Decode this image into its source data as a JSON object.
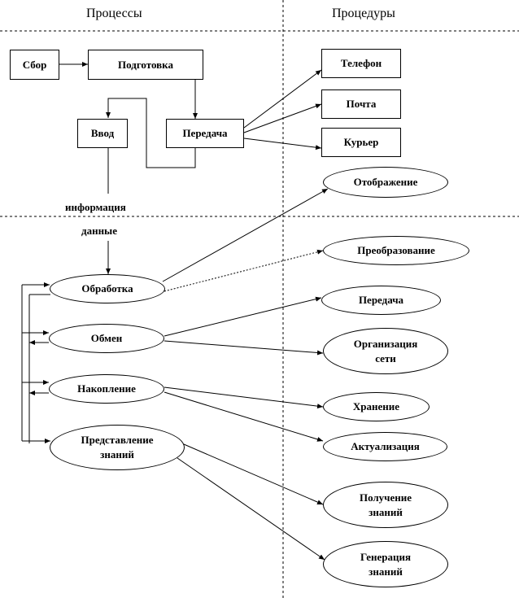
{
  "headers": {
    "left": "Процессы",
    "right": "Процедуры"
  },
  "boxes": {
    "sbor": "Сбор",
    "podgotovka": "Подготовка",
    "vvod": "Ввод",
    "peredacha": "Передача",
    "telefon": "Телефон",
    "pochta": "Почта",
    "kurer": "Курьер"
  },
  "labels": {
    "informatsiya": "информация",
    "dannye": "данные"
  },
  "processes": {
    "obrabotka": "Обработка",
    "obmen": "Обмен",
    "nakoplenie": "Накопление",
    "predstavlenie": "Представление\nзнаний"
  },
  "procedures": {
    "otobrazhenie": "Отображение",
    "preobrazovanie": "Преобразование",
    "peredacha": "Передача",
    "organizatsiya": "Организация\nсети",
    "hranenie": "Хранение",
    "aktualizatsiya": "Актуализация",
    "poluchenie": "Получение\nзнаний",
    "generatsiya": "Генерация\nзнаний"
  }
}
